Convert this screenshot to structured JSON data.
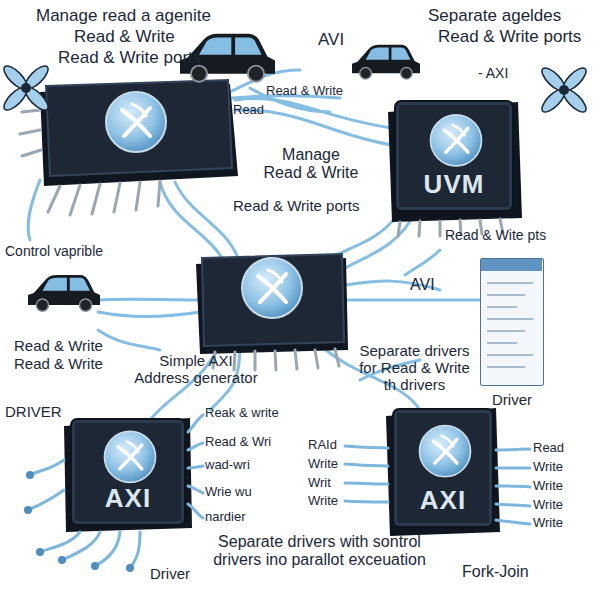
{
  "diagram": {
    "nodes": [
      {
        "text": [
          "UVM"
        ]
      },
      {
        "text": [
          "Driver"
        ]
      },
      {
        "text": [
          "AXI"
        ]
      },
      {
        "text": [
          "AXI"
        ]
      }
    ],
    "labels": [
      "Manage read a agenite",
      "Separate ageldes",
      "Read & Write",
      "Read & Write ports",
      "Read & Write ports",
      "AVI",
      "- AXI",
      "Read & Write",
      "Read",
      "Manage Read & Write",
      "Read & Write ports",
      "Read & Wite pts",
      "Control vaprible",
      "AVI",
      "Read & Write",
      "Read & Write",
      "Simple AXI Address generator",
      "Separate drivers for Read & Write th drivers",
      "DRIVER",
      "Reak & write",
      "Read & Wri",
      "RAId",
      "Read",
      "Write",
      "wad-wri",
      "Write",
      "Writ",
      "Write",
      "Wrie wu",
      "Write",
      "Write",
      "nardier",
      "Write",
      "Separate drivers with sontrol drivers ino parallot exceuation",
      "Driver",
      "Fork-Join"
    ]
  }
}
